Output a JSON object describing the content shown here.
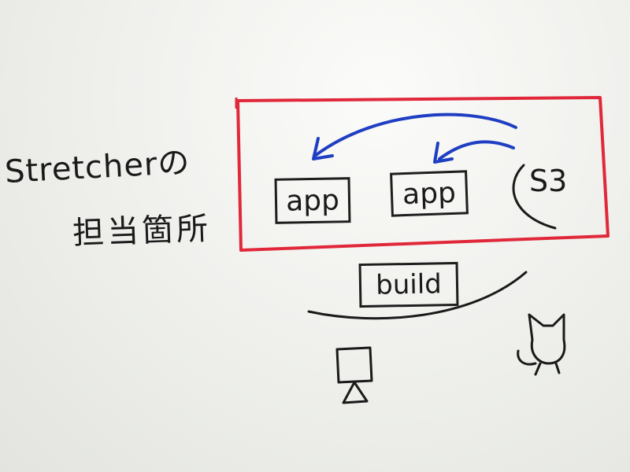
{
  "labels": {
    "title": "Stretcherの",
    "subtitle": "担当箇所"
  },
  "nodes": {
    "app1": "app",
    "app2": "app",
    "s3": "S3",
    "build": "build"
  },
  "colors": {
    "frame": "#e0283a",
    "arrows": "#1f3fc2",
    "ink": "#1a1a1a",
    "board": "#f3f4f1"
  },
  "icons": {
    "user": "computer-user-icon",
    "repo": "github-octocat-icon"
  }
}
